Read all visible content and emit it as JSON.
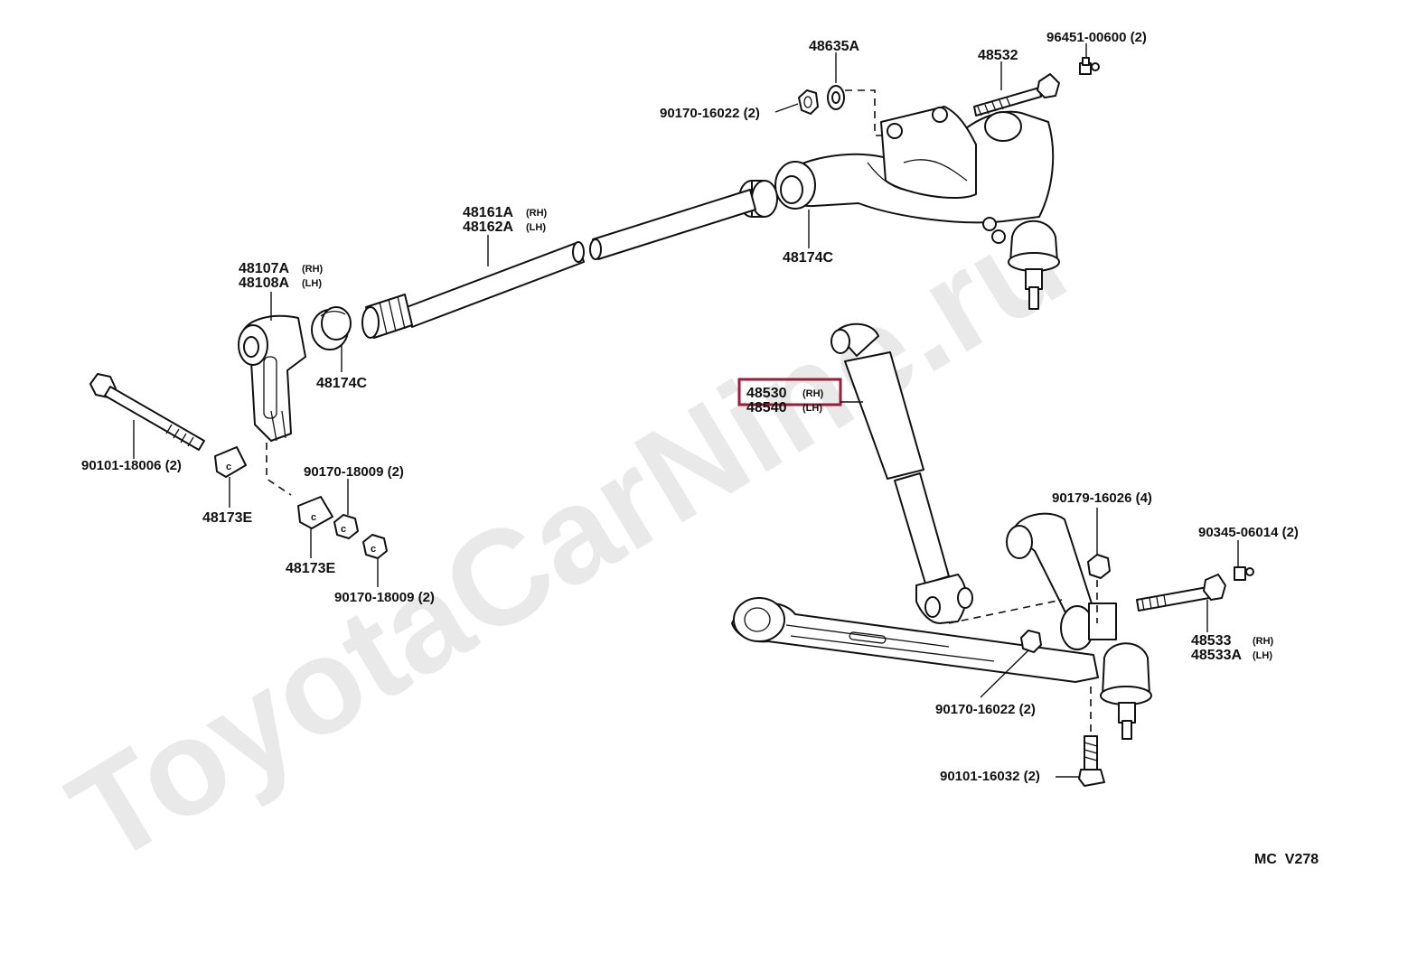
{
  "watermark": "ToyotaCarNine.ru",
  "diagram_code": "MC  V278",
  "highlight_color": "#9b1b3b",
  "labels": {
    "p48635a": "48635A",
    "p90170_16022_top": "90170-16022 (2)",
    "p48532": "48532",
    "p96451": "96451-00600 (2)",
    "p48161a": "48161A",
    "p48161a_side": "(RH)",
    "p48162a": "48162A",
    "p48162a_side": "(LH)",
    "p48174c_right": "48174C",
    "p48107a": "48107A",
    "p48107a_side": "(RH)",
    "p48108a": "48108A",
    "p48108a_side": "(LH)",
    "p48174c_left": "48174C",
    "p48530": "48530",
    "p48530_side": "(RH)",
    "p48540": "48540",
    "p48540_side": "(LH)",
    "p90101_18006": "90101-18006 (2)",
    "p48173e_1": "48173E",
    "p90170_18009_a": "90170-18009 (2)",
    "p48173e_2": "48173E",
    "p90170_18009_b": "90170-18009 (2)",
    "p90179": "90179-16026 (4)",
    "p90345": "90345-06014 (2)",
    "p48533": "48533",
    "p48533_side": "(RH)",
    "p48533a": "48533A",
    "p48533a_side": "(LH)",
    "p90170_16022_bottom": "90170-16022 (2)",
    "p90101_16032": "90101-16032 (2)"
  }
}
